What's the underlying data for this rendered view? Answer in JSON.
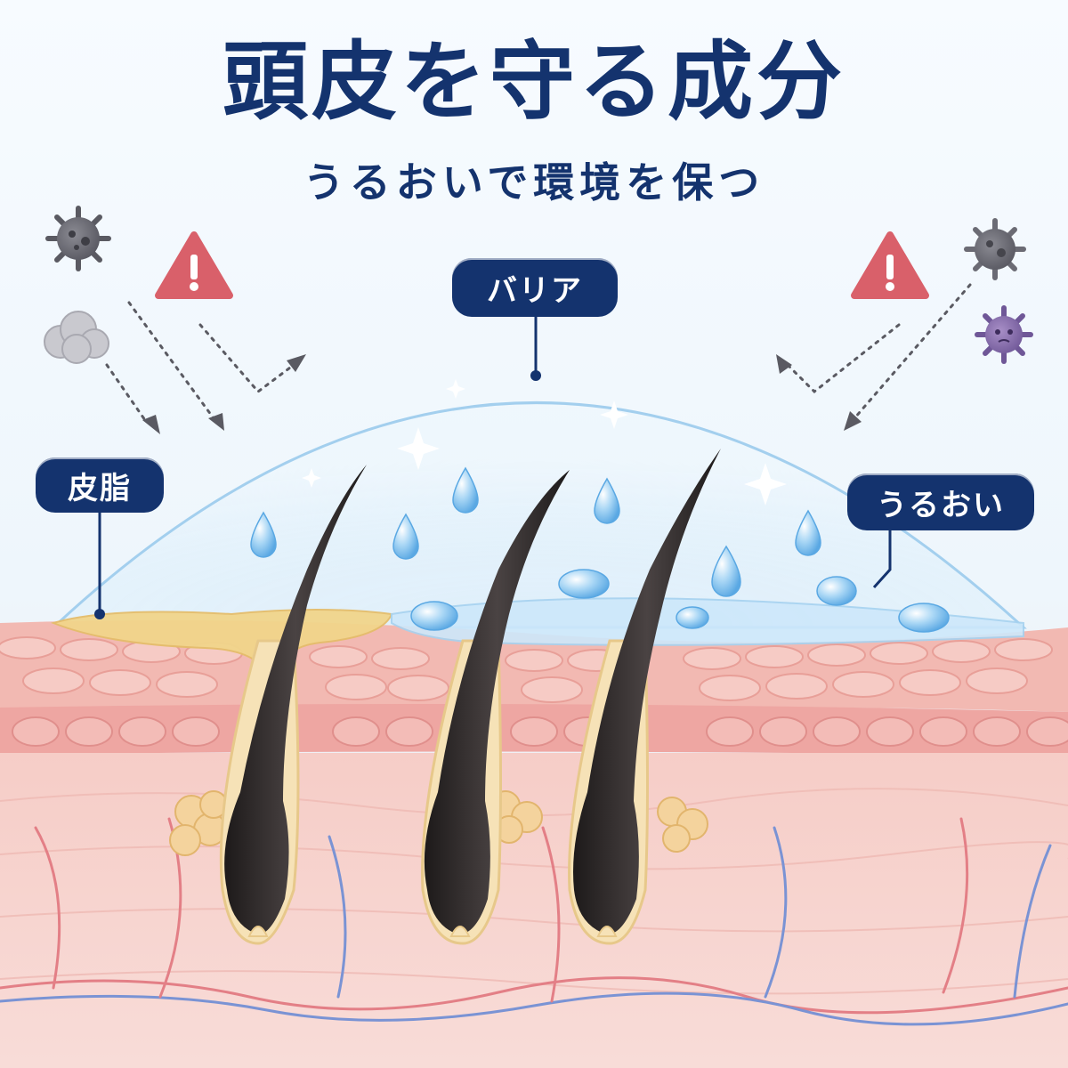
{
  "header": {
    "title": "頭皮を守る成分",
    "subtitle": "うるおいで環境を保つ"
  },
  "labels": {
    "barrier": "バリア",
    "sebum": "皮脂",
    "moisture": "うるおい"
  },
  "icons": [
    "germ-icon",
    "warning-icon",
    "dust-cloud-icon",
    "virus-icon",
    "water-drop-icon",
    "hair-strand-icon",
    "sparkle-icon"
  ],
  "colors": {
    "navy": "#14336e",
    "warning": "#d9606a",
    "barrier_blue": "#bfe0f7",
    "sebum_yellow": "#f1d58b",
    "skin_pink": "#f4c3bd",
    "hair": "#2b2626"
  }
}
